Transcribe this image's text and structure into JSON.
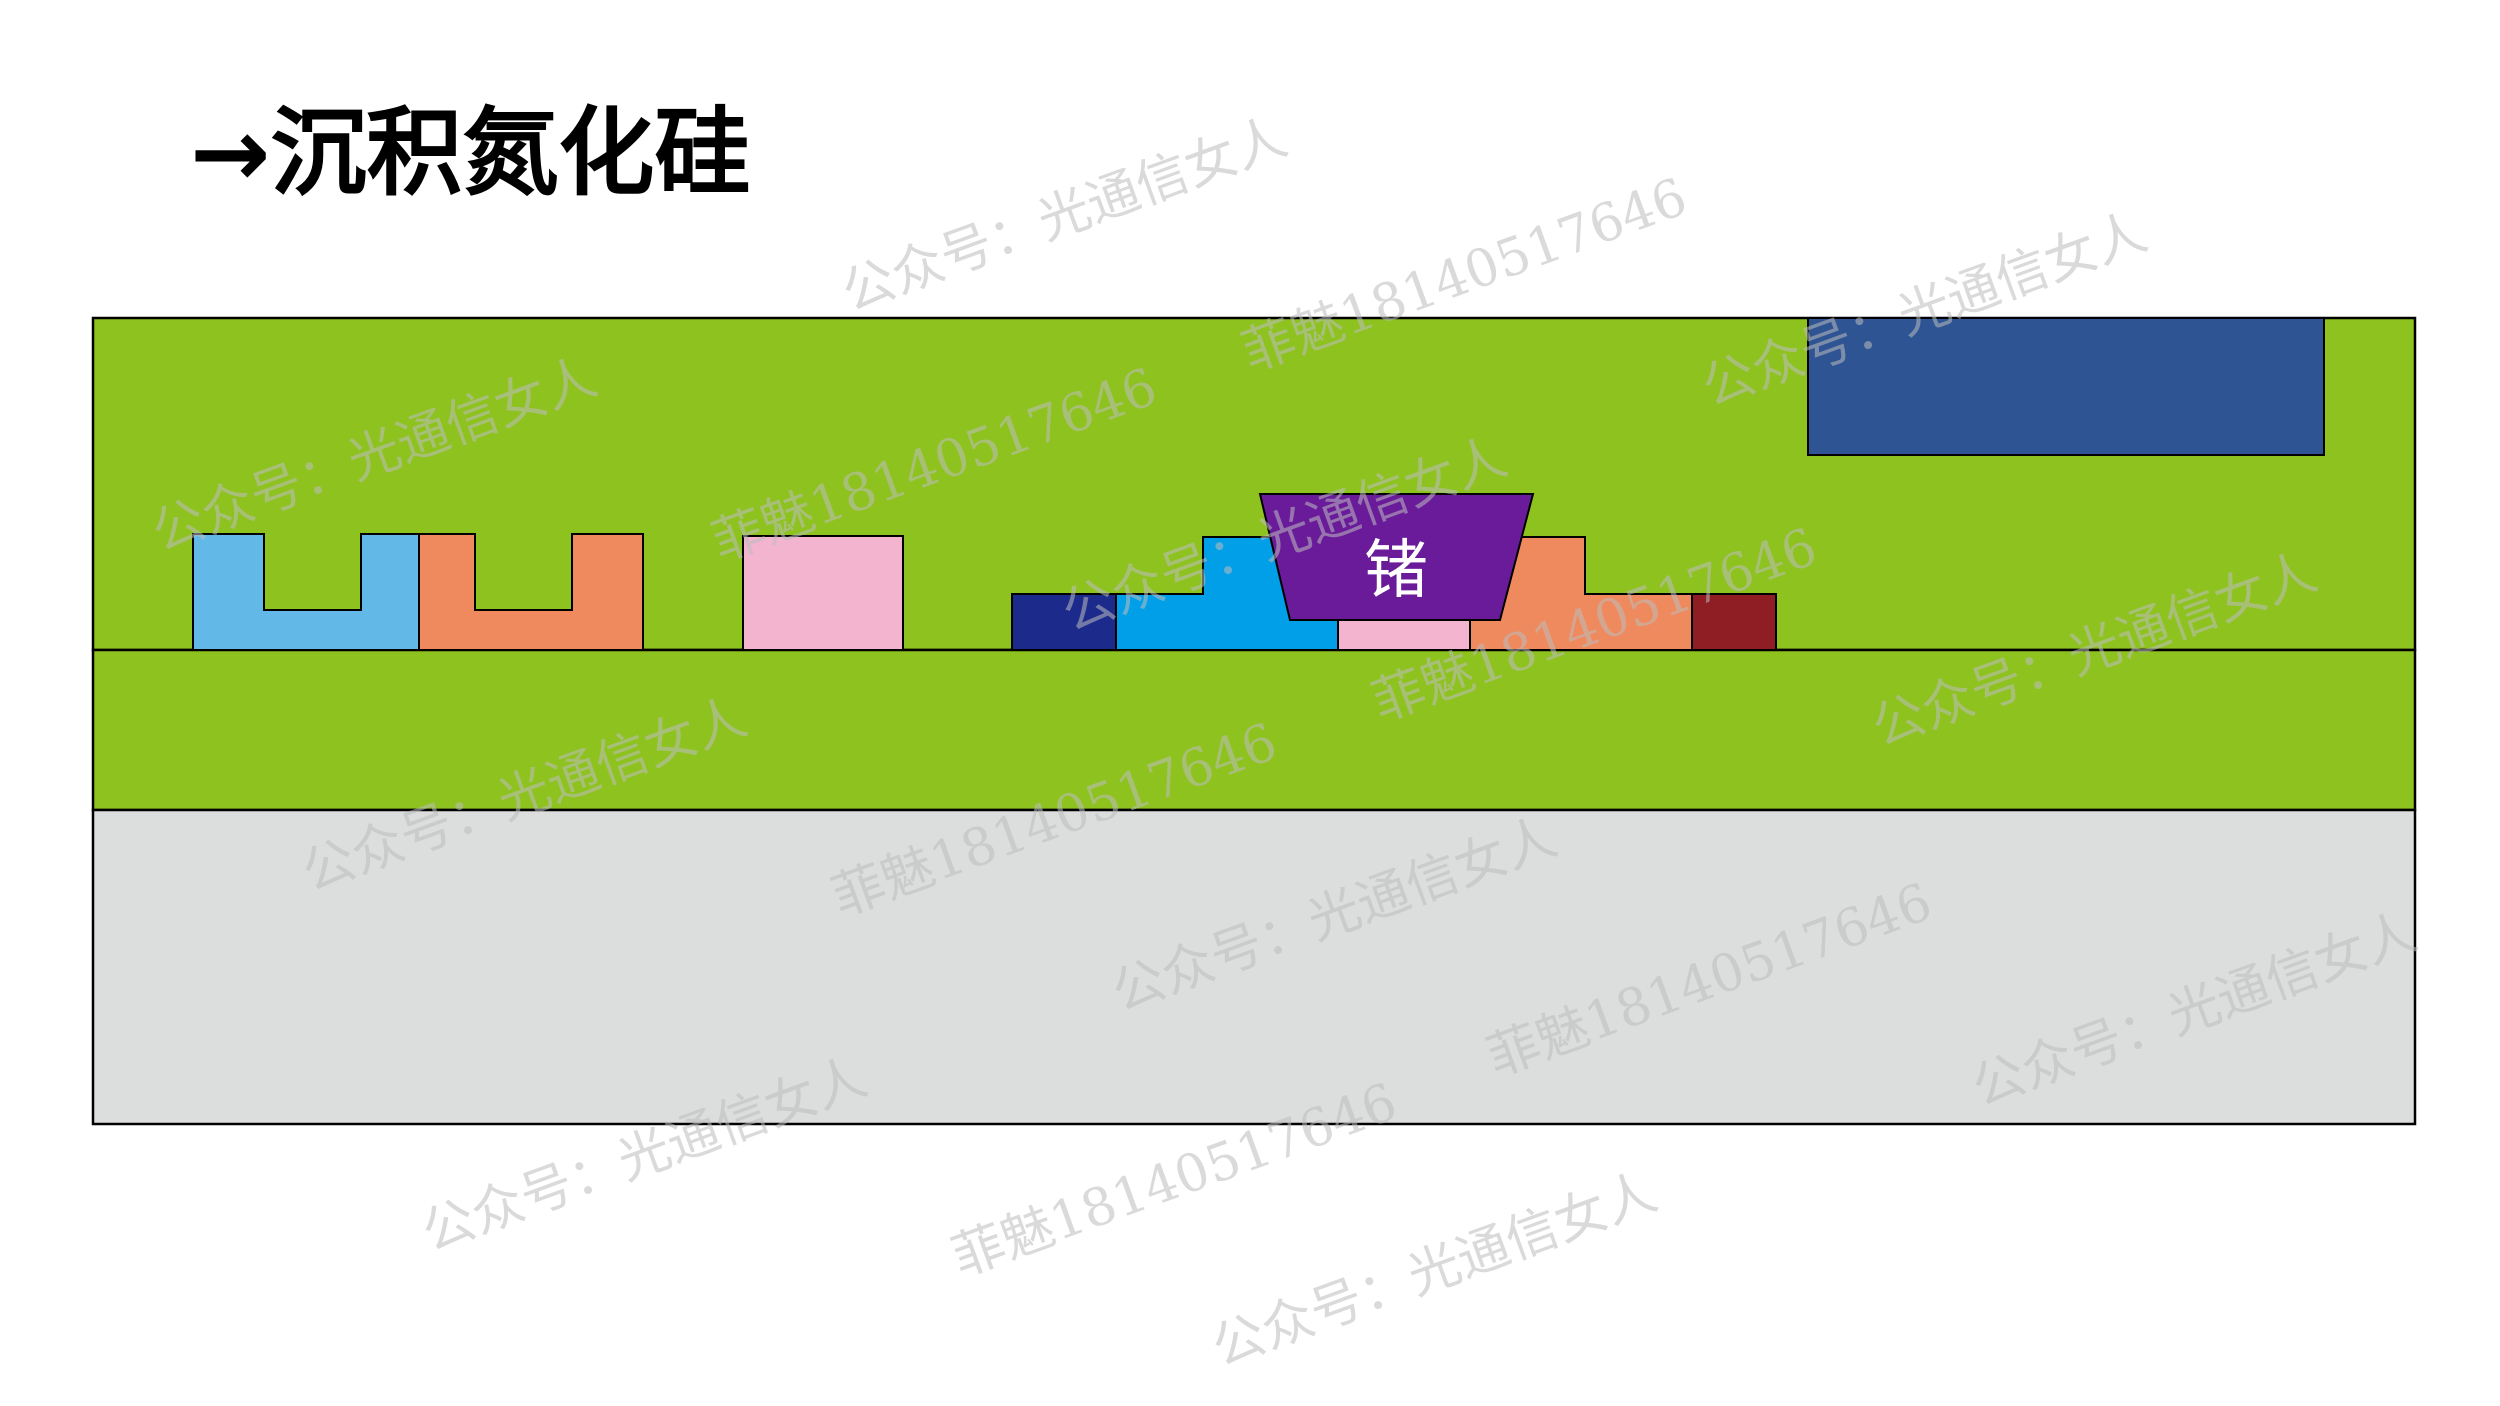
{
  "title": "→沉积氮化硅",
  "diagram": {
    "germanium_label": "锗",
    "colors": {
      "cladding_green": "#8DC21F",
      "substrate_gray": "#DCDDDD",
      "metal_pad_blue": "#2E5494",
      "light_blue": "#62B9E8",
      "orange": "#EF8A5F",
      "pink": "#F3B4D0",
      "dark_navy": "#1C2A8C",
      "cyan_blue": "#009FE8",
      "dark_red": "#8E1E24",
      "germanium_purple": "#6A1B9A",
      "outline": "#000000"
    }
  },
  "watermarks": {
    "account_text": "公众号：光通信女人",
    "contact_text": "菲魅18140517646"
  }
}
